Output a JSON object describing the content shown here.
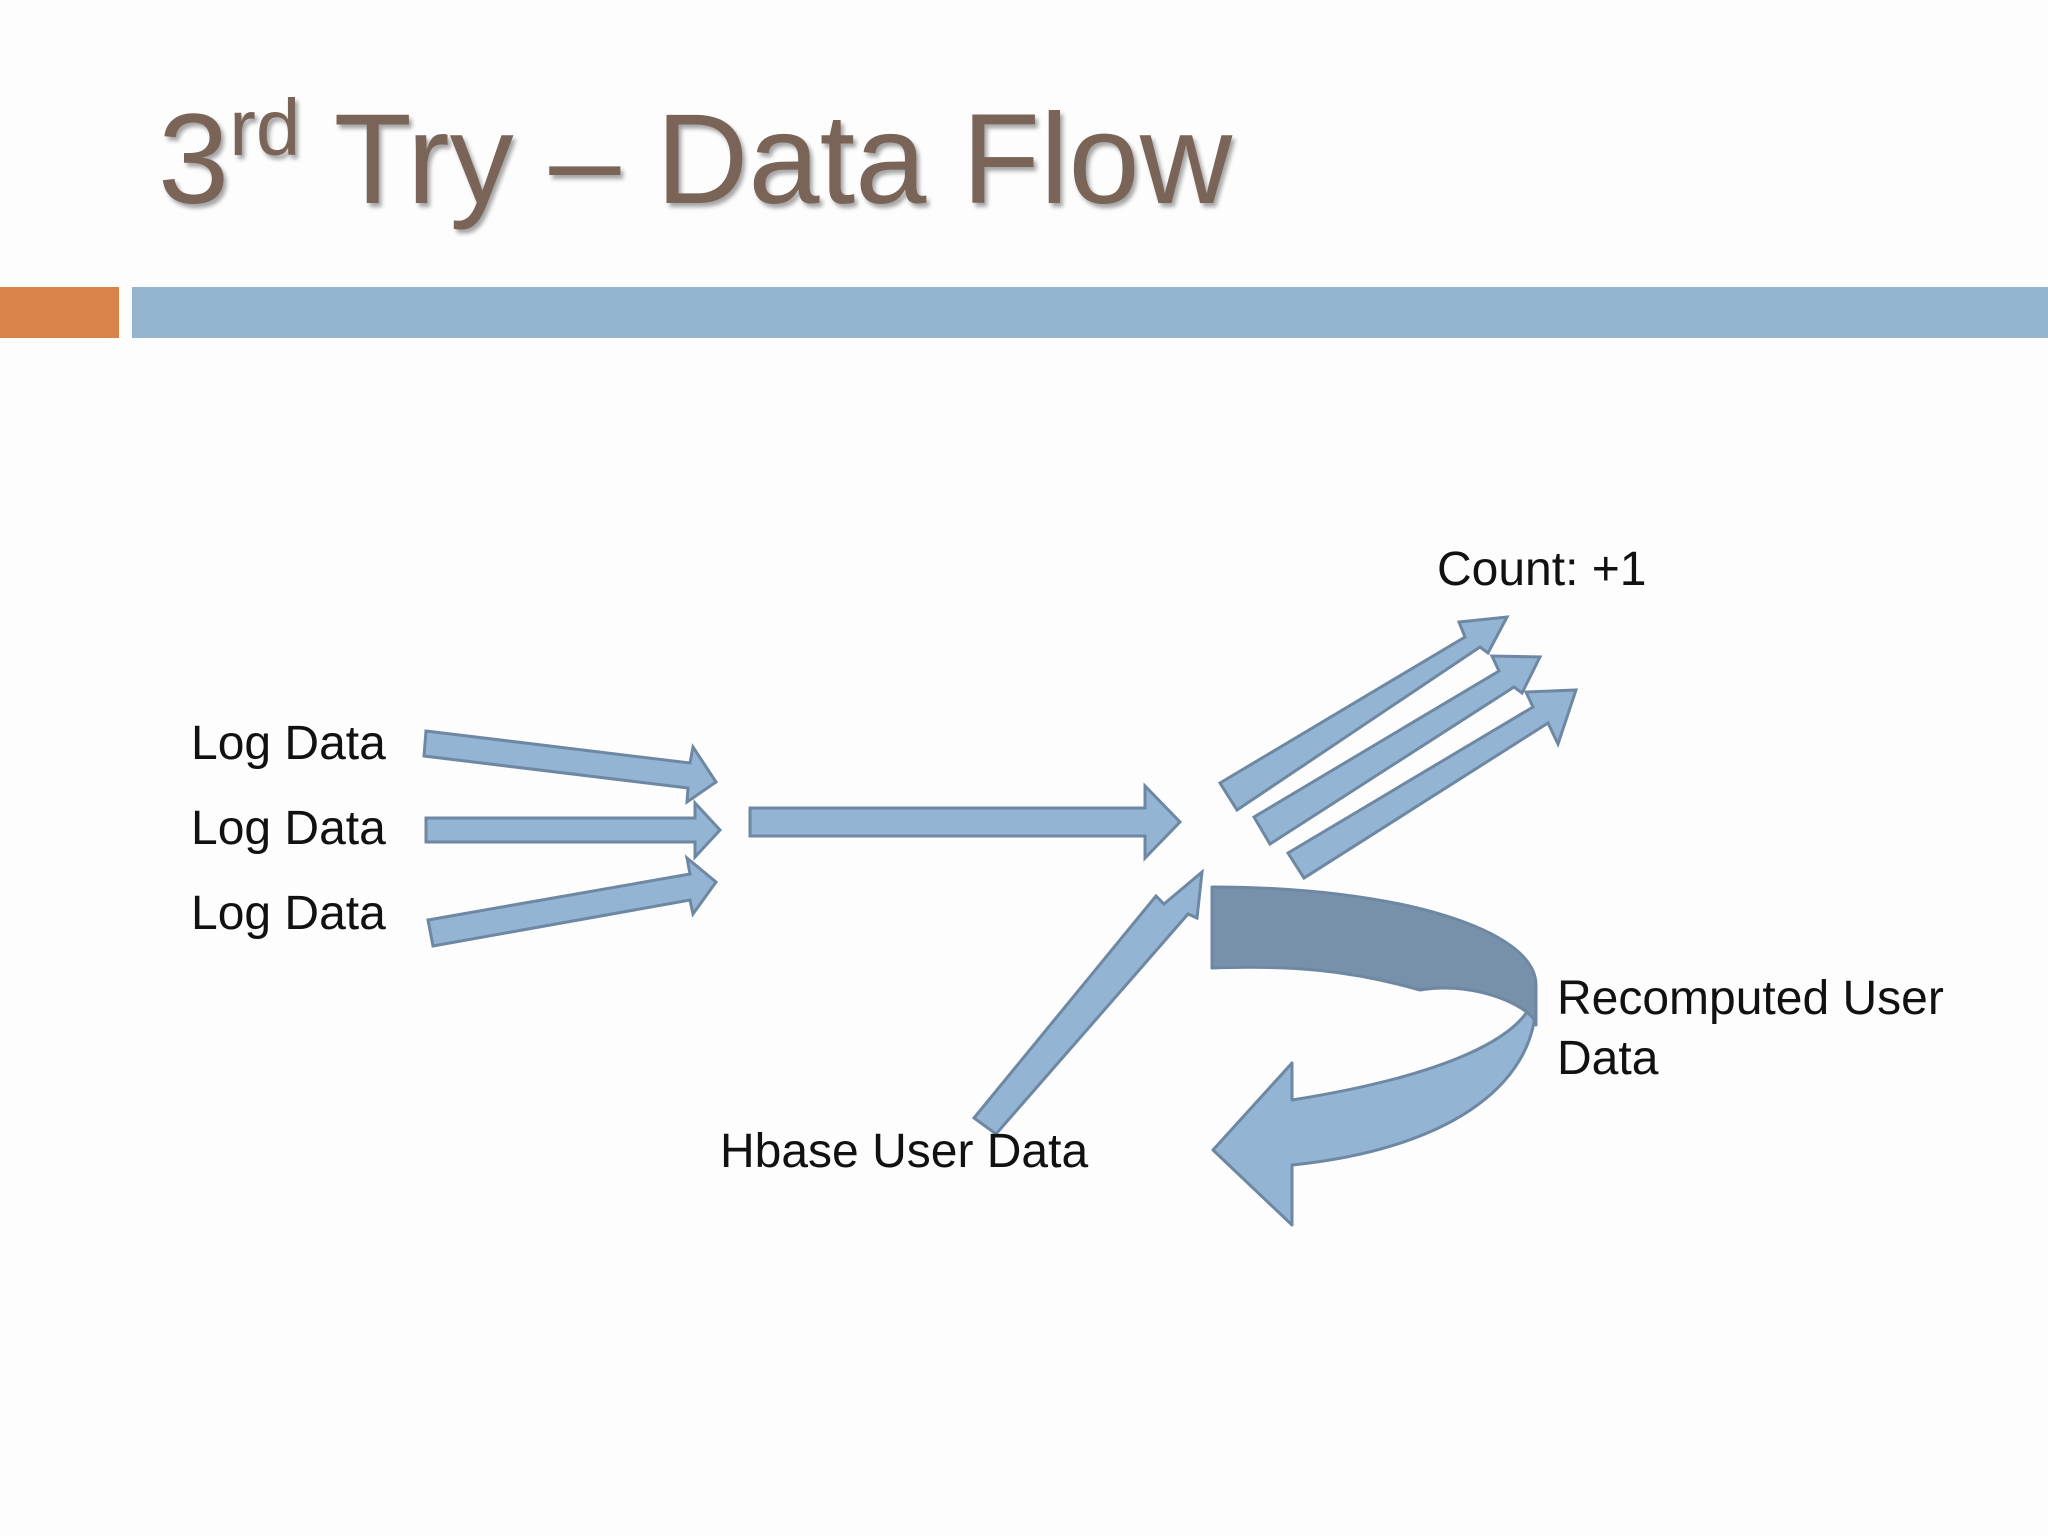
{
  "slide": {
    "title_main": "3",
    "title_sup": "rd",
    "title_rest": " Try – Data Flow"
  },
  "colors": {
    "accent_orange": "#d9824a",
    "accent_blue": "#93b5cf",
    "arrow_fill": "#93b5d3",
    "arrow_stroke": "#6e88a3",
    "curve_dark": "#7791aa",
    "title_text": "#7a6457"
  },
  "diagram": {
    "inputs": [
      "Log Data",
      "Log Data",
      "Log Data"
    ],
    "output_label": "Count: +1",
    "source_label": "Hbase User Data",
    "loop_label_line1": "Recomputed User",
    "loop_label_line2": "Data"
  }
}
